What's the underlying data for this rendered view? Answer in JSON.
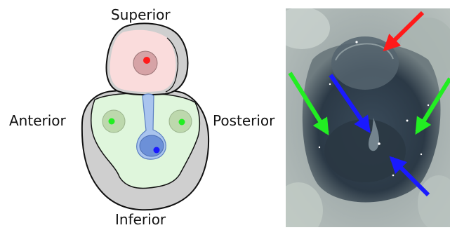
{
  "labels": {
    "superior": "Superior",
    "anterior": "Anterior",
    "posterior": "Posterior",
    "inferior": "Inferior"
  },
  "colors": {
    "outline": "#111111",
    "gray_rim": "#cfcfcf",
    "upper_fill": "#fadcdc",
    "upper_inner": "#d6a3a6",
    "lower_fill": "#dff6dc",
    "side_circle": "#bdd8ad",
    "stalk_fill": "#a9c4ee",
    "stalk_bulb": "#6c90d8",
    "marker_red": "#ff1a1a",
    "marker_green": "#22ee22",
    "marker_blue": "#1a1aff"
  },
  "photo": {
    "arrows": [
      "red",
      "green",
      "green",
      "blue",
      "blue"
    ]
  }
}
